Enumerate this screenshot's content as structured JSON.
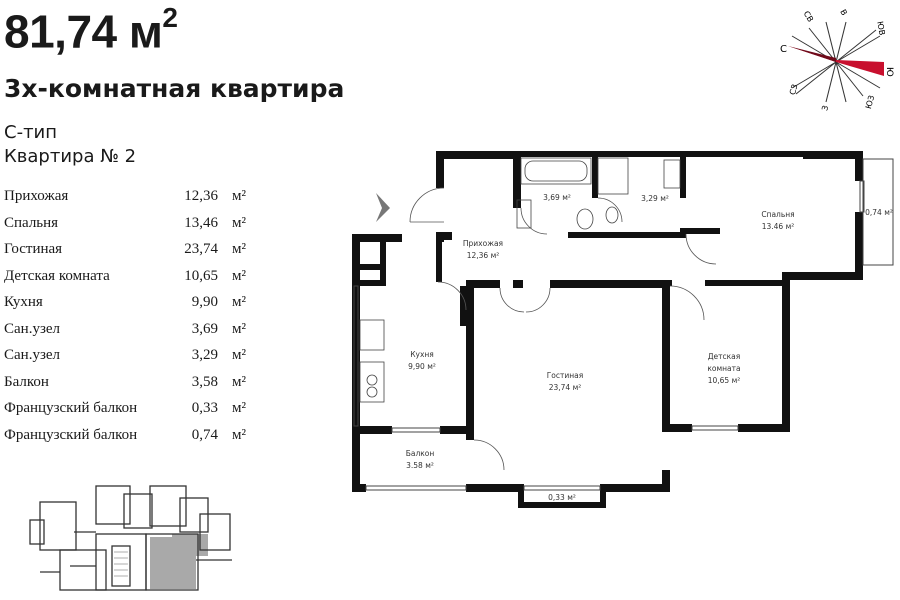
{
  "header": {
    "area_value": "81,74 м",
    "area_unit_sup": "2",
    "apartment_kind": "3х-комнатная квартира",
    "apartment_type": "С-тип",
    "apartment_number": "Квартира № 2"
  },
  "rooms": [
    {
      "name": "Прихожая",
      "area": "12,36",
      "unit": "м²"
    },
    {
      "name": "Спальня",
      "area": "13,46",
      "unit": "м²"
    },
    {
      "name": "Гостиная",
      "area": "23,74",
      "unit": "м²"
    },
    {
      "name": "Детская комната",
      "area": "10,65",
      "unit": "м²"
    },
    {
      "name": "Кухня",
      "area": "9,90",
      "unit": "м²"
    },
    {
      "name": "Сан.узел",
      "area": "3,69",
      "unit": "м²"
    },
    {
      "name": "Сан.узел",
      "area": "3,29",
      "unit": "м²"
    },
    {
      "name": "Балкон",
      "area": "3,58",
      "unit": "м²"
    },
    {
      "name": "Французский балкон",
      "area": "0,33",
      "unit": "м²"
    },
    {
      "name": "Французский балкон",
      "area": "0,74",
      "unit": "м²"
    }
  ],
  "compass": {
    "n": "С",
    "ne": "СВ",
    "e": "В",
    "se": "ЮВ",
    "s": "Ю",
    "sw": "ЮЗ",
    "w": "З",
    "nw": "СЗ",
    "needle_color": "#c8102e"
  },
  "plan": {
    "hall": {
      "name": "Прихожая",
      "area": "12,36 м²"
    },
    "bedroom": {
      "name": "Спальня",
      "area": "13.46 м²"
    },
    "living": {
      "name": "Гостиная",
      "area": "23,74 м²"
    },
    "kids_line1": "Детская",
    "kids_line2": "комната",
    "kids_area": "10,65 м²",
    "kitchen": {
      "name": "Кухня",
      "area": "9,90 м²"
    },
    "balcony": {
      "name": "Балкон",
      "area": "3.58 м²"
    },
    "bath1_area": "3,69 м²",
    "bath2_area": "3,29 м²",
    "fb1_area": "0,33 м²",
    "fb2_area": "0,74 м²",
    "highlight_color": "#a9a9a9"
  }
}
